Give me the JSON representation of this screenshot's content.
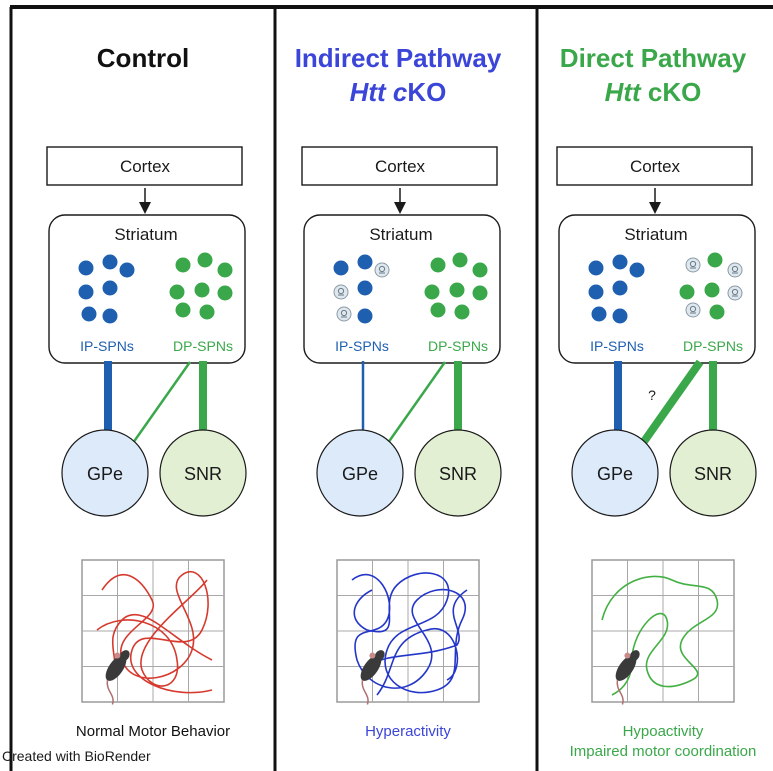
{
  "colors": {
    "ip": "#1f5fb0",
    "dp": "#3aa84a",
    "gpe_fill": "#ddeafa",
    "snr_fill": "#e2efd2",
    "blue_title": "#3b45d8",
    "green_title": "#3aa84a",
    "red_trace": "#d63a2e",
    "blue_trace": "#2336c9",
    "green_trace": "#43b043"
  },
  "panels": [
    {
      "id": "control",
      "title_line1": "Control",
      "title_line2": "",
      "title_color": "#111111",
      "cortex": "Cortex",
      "striatum": "Striatum",
      "ip_label": "IP-SPNs",
      "dp_label": "DP-SPNs",
      "gpe": "GPe",
      "snr": "SNR",
      "question": "",
      "caption_line1": "Normal Motor Behavior",
      "caption_line2": "",
      "caption_color": "#111111",
      "trace_color": "#d63a2e",
      "ip_ko": [],
      "dp_ko": []
    },
    {
      "id": "indirect",
      "title_line1": "Indirect Pathway",
      "title_line2_a": "Htt",
      "title_line2_b": "c",
      "title_line2_c": "KO",
      "title_color": "#3b45d8",
      "cortex": "Cortex",
      "striatum": "Striatum",
      "ip_label": "IP-SPNs",
      "dp_label": "DP-SPNs",
      "gpe": "GPe",
      "snr": "SNR",
      "question": "",
      "caption_line1": "Hyperactivity",
      "caption_line2": "",
      "caption_color": "#3b45d8",
      "trace_color": "#2336c9",
      "ip_ko": [
        2,
        3,
        5
      ],
      "dp_ko": []
    },
    {
      "id": "direct",
      "title_line1": "Direct Pathway",
      "title_line2_a": "Htt",
      "title_line2_b": " cKO",
      "title_line2_c": "",
      "title_color": "#3aa84a",
      "cortex": "Cortex",
      "striatum": "Striatum",
      "ip_label": "IP-SPNs",
      "dp_label": "DP-SPNs",
      "gpe": "GPe",
      "snr": "SNR",
      "question": "?",
      "caption_line1": "Hypoactivity",
      "caption_line2": "Impaired motor coordination",
      "caption_color": "#3aa84a",
      "trace_color": "#43b043",
      "ip_ko": [],
      "dp_ko": [
        0,
        2,
        5,
        6
      ]
    }
  ],
  "credit": "Created with BioRender"
}
